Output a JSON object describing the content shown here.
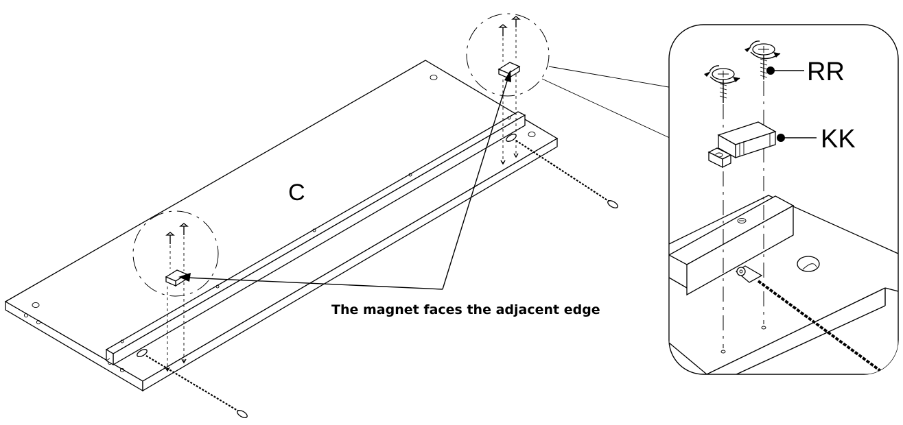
{
  "labels": {
    "panel": "C",
    "screw": "RR",
    "magnet": "KK",
    "note": "The magnet faces the adjacent edge"
  }
}
